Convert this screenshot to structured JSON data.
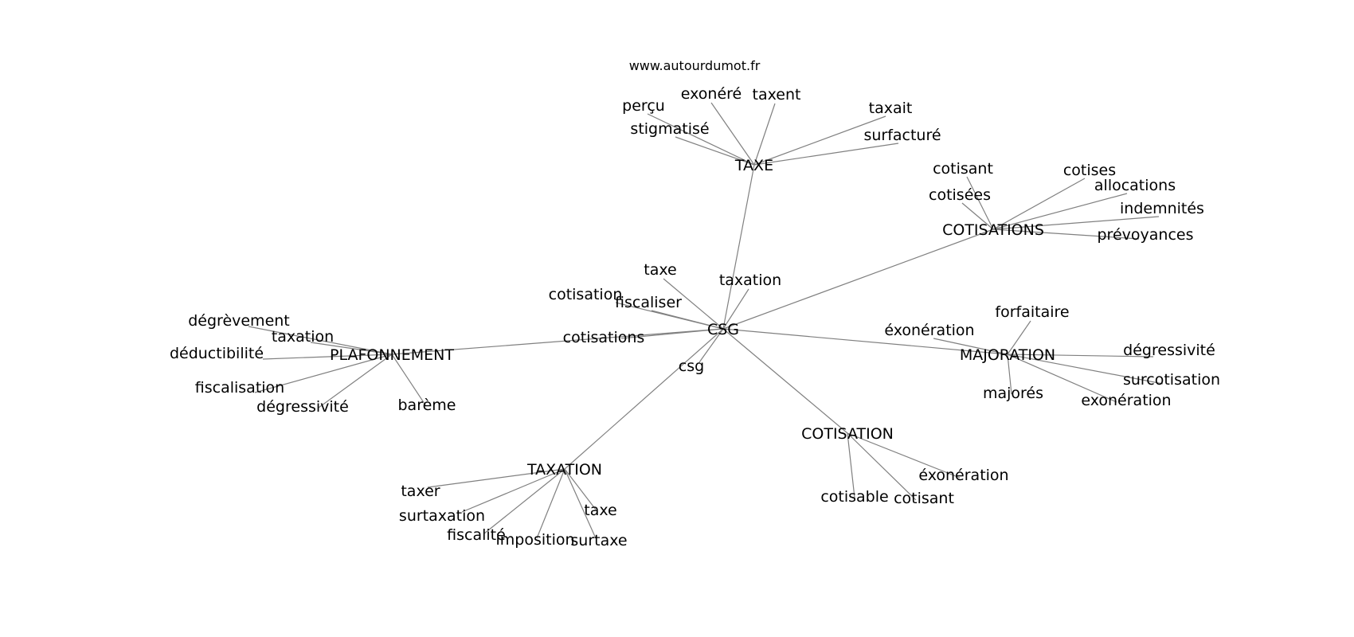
{
  "site": "www.autourdumot.fr",
  "center": "CSG",
  "center_terms": [
    "taxe",
    "taxation",
    "cotisation",
    "fiscaliser",
    "cotisations",
    "csg"
  ],
  "hubs": [
    {
      "id": "taxe_hub",
      "label": "TAXE",
      "terms": [
        "perçu",
        "exonéré",
        "taxent",
        "taxait",
        "stigmatisé",
        "surfacturé"
      ]
    },
    {
      "id": "cotisations_hub",
      "label": "COTISATIONS",
      "terms": [
        "cotisant",
        "cotisées",
        "cotises",
        "allocations",
        "indemnités",
        "prévoyances"
      ]
    },
    {
      "id": "plafonnement_hub",
      "label": "PLAFONNEMENT",
      "terms": [
        "dégrèvement",
        "taxation",
        "déductibilité",
        "fiscalisation",
        "dégressivité",
        "barème"
      ]
    },
    {
      "id": "majoration_hub",
      "label": "MAJORATION",
      "terms": [
        "éxonération",
        "forfaitaire",
        "dégressivité",
        "surcotisation",
        "exonération",
        "majorés"
      ]
    },
    {
      "id": "cotisation_hub",
      "label": "COTISATION",
      "terms": [
        "éxonération",
        "cotisable",
        "cotisant"
      ]
    },
    {
      "id": "taxation_hub",
      "label": "TAXATION",
      "terms": [
        "taxer",
        "surtaxation",
        "fiscalité",
        "imposition",
        "surtaxe",
        "taxe"
      ]
    }
  ]
}
